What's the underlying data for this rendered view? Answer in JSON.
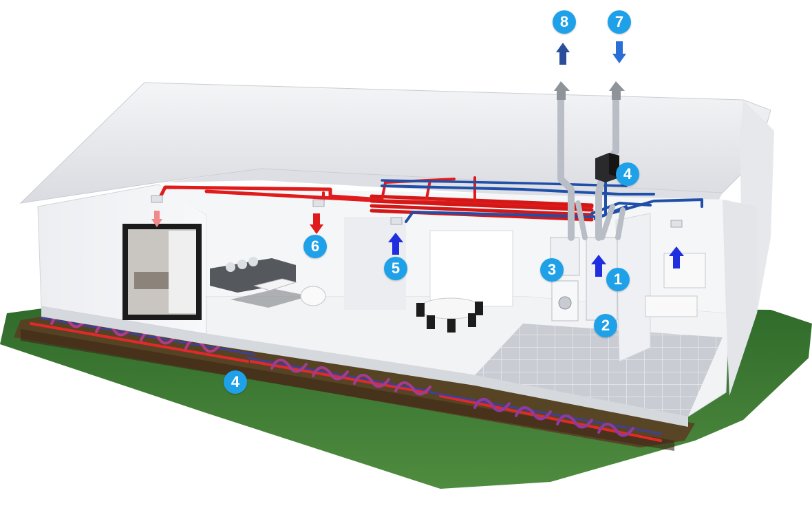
{
  "colors": {
    "badge": "#1ea1e8",
    "supply_pipe": "#e01b1b",
    "extract_pipe": "#1f4fa8",
    "ground_loop_warm": "#e02a2a",
    "ground_loop_cool": "#3b3fb0",
    "arrow_supply": "#e01b1b",
    "arrow_extract": "#1f2fe0",
    "arrow_outdoor": "#2a6fd6",
    "arrow_exhaust": "#2a4e9a",
    "grass": "#3f7a36",
    "soil": "#5a3b22"
  },
  "badges": [
    {
      "id": "b8",
      "label": "8"
    },
    {
      "id": "b7",
      "label": "7"
    },
    {
      "id": "b4-unit",
      "label": "4"
    },
    {
      "id": "b6",
      "label": "6"
    },
    {
      "id": "b5",
      "label": "5"
    },
    {
      "id": "b3",
      "label": "3"
    },
    {
      "id": "b1",
      "label": "1"
    },
    {
      "id": "b2",
      "label": "2"
    },
    {
      "id": "b4-ground",
      "label": "4"
    }
  ]
}
